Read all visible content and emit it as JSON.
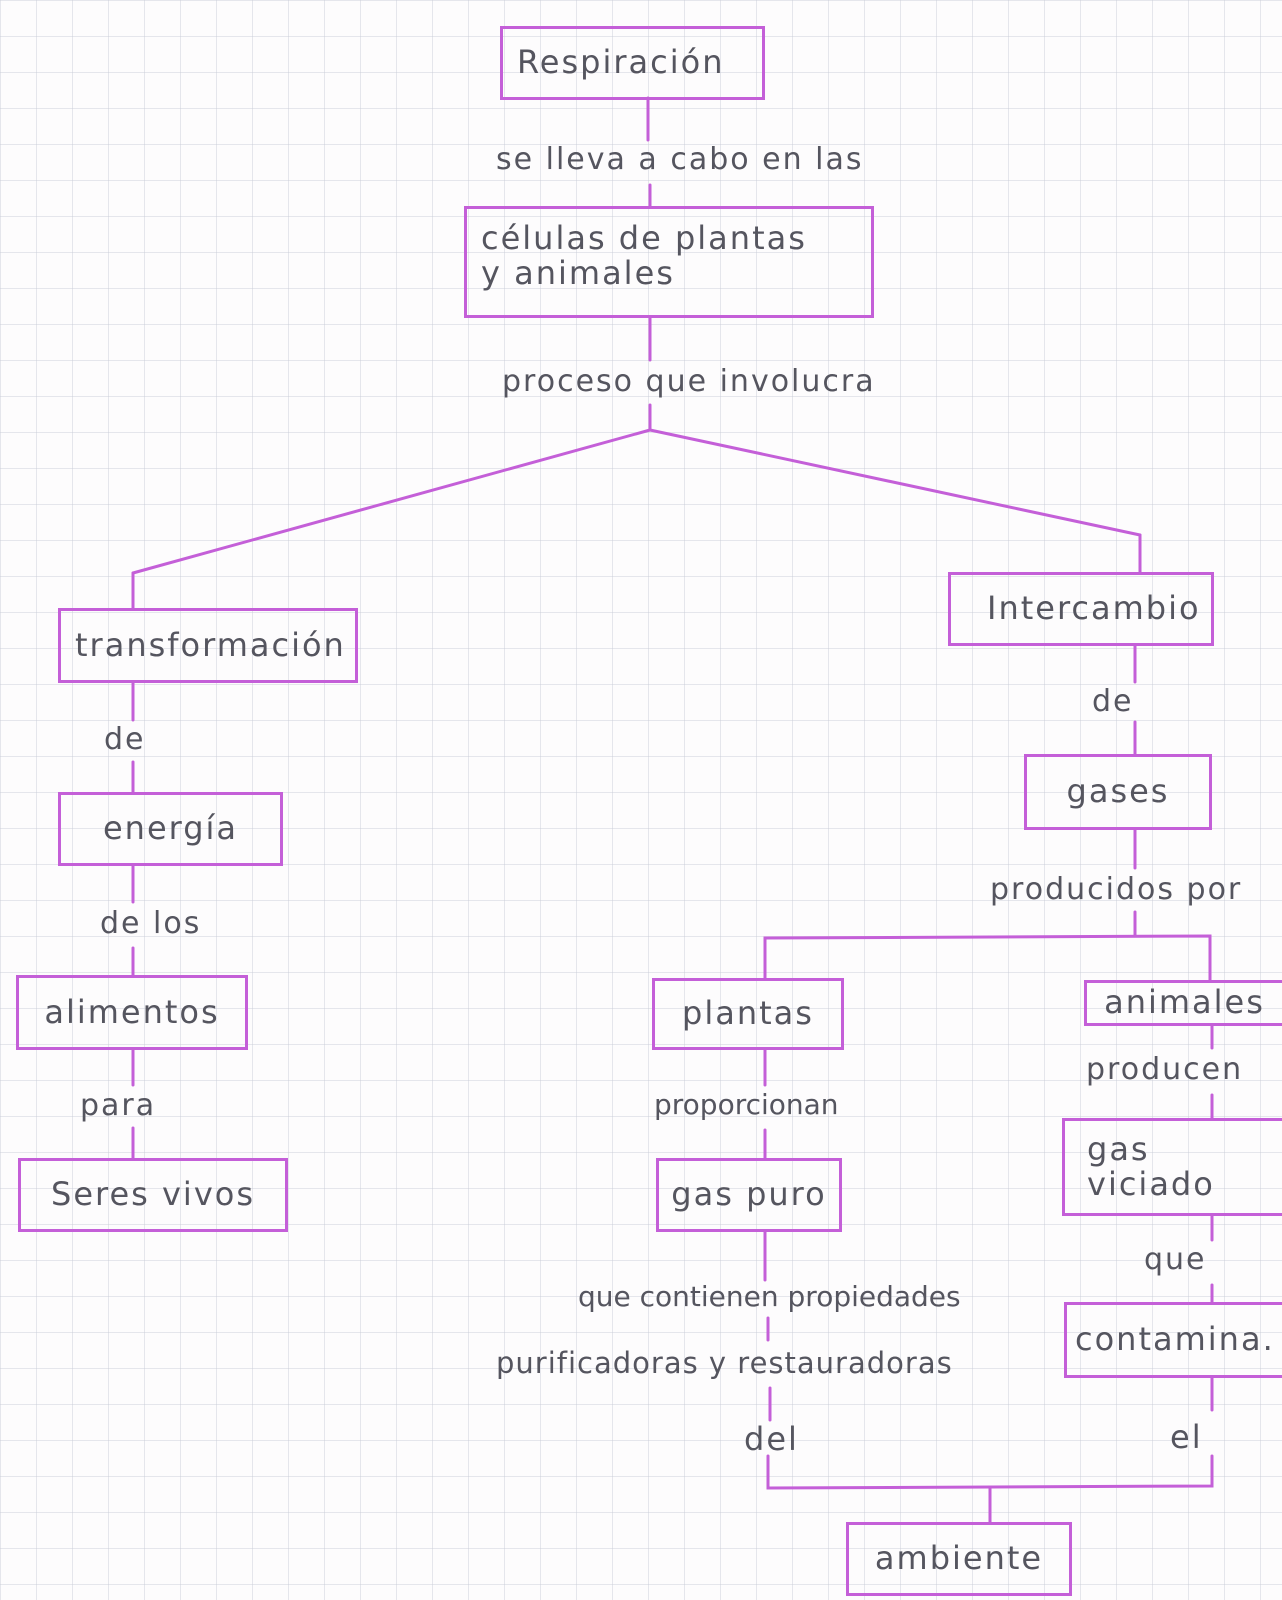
{
  "colors": {
    "accent": "#c45fd8",
    "ink": "#55555f"
  },
  "nodes": {
    "respiracion": "Respiración",
    "celulas": "células de plantas\n y animales",
    "transformacion": "transformación",
    "intercambio": "Intercambio",
    "energia": "energía",
    "gases": "gases",
    "alimentos": "alimentos",
    "plantas": "plantas",
    "animales": "animales",
    "seres_vivos": "Seres vivos",
    "gas_puro": "gas puro",
    "gas_viciado": "gas\n   viciado",
    "contamina": "contamina.",
    "ambiente": "ambiente"
  },
  "links": {
    "se_lleva": "se lleva a cabo en las",
    "proceso": "proceso que involucra",
    "de_left": "de",
    "de_right": "de",
    "de_los": "de los",
    "producidos_por": "producidos por",
    "para": "para",
    "proporcionan": "proporcionan",
    "producen": "producen",
    "que": "que",
    "que_contienen": "que contienen propiedades",
    "purificadoras": "purificadoras y restauradoras",
    "del": "del",
    "el": "el"
  }
}
